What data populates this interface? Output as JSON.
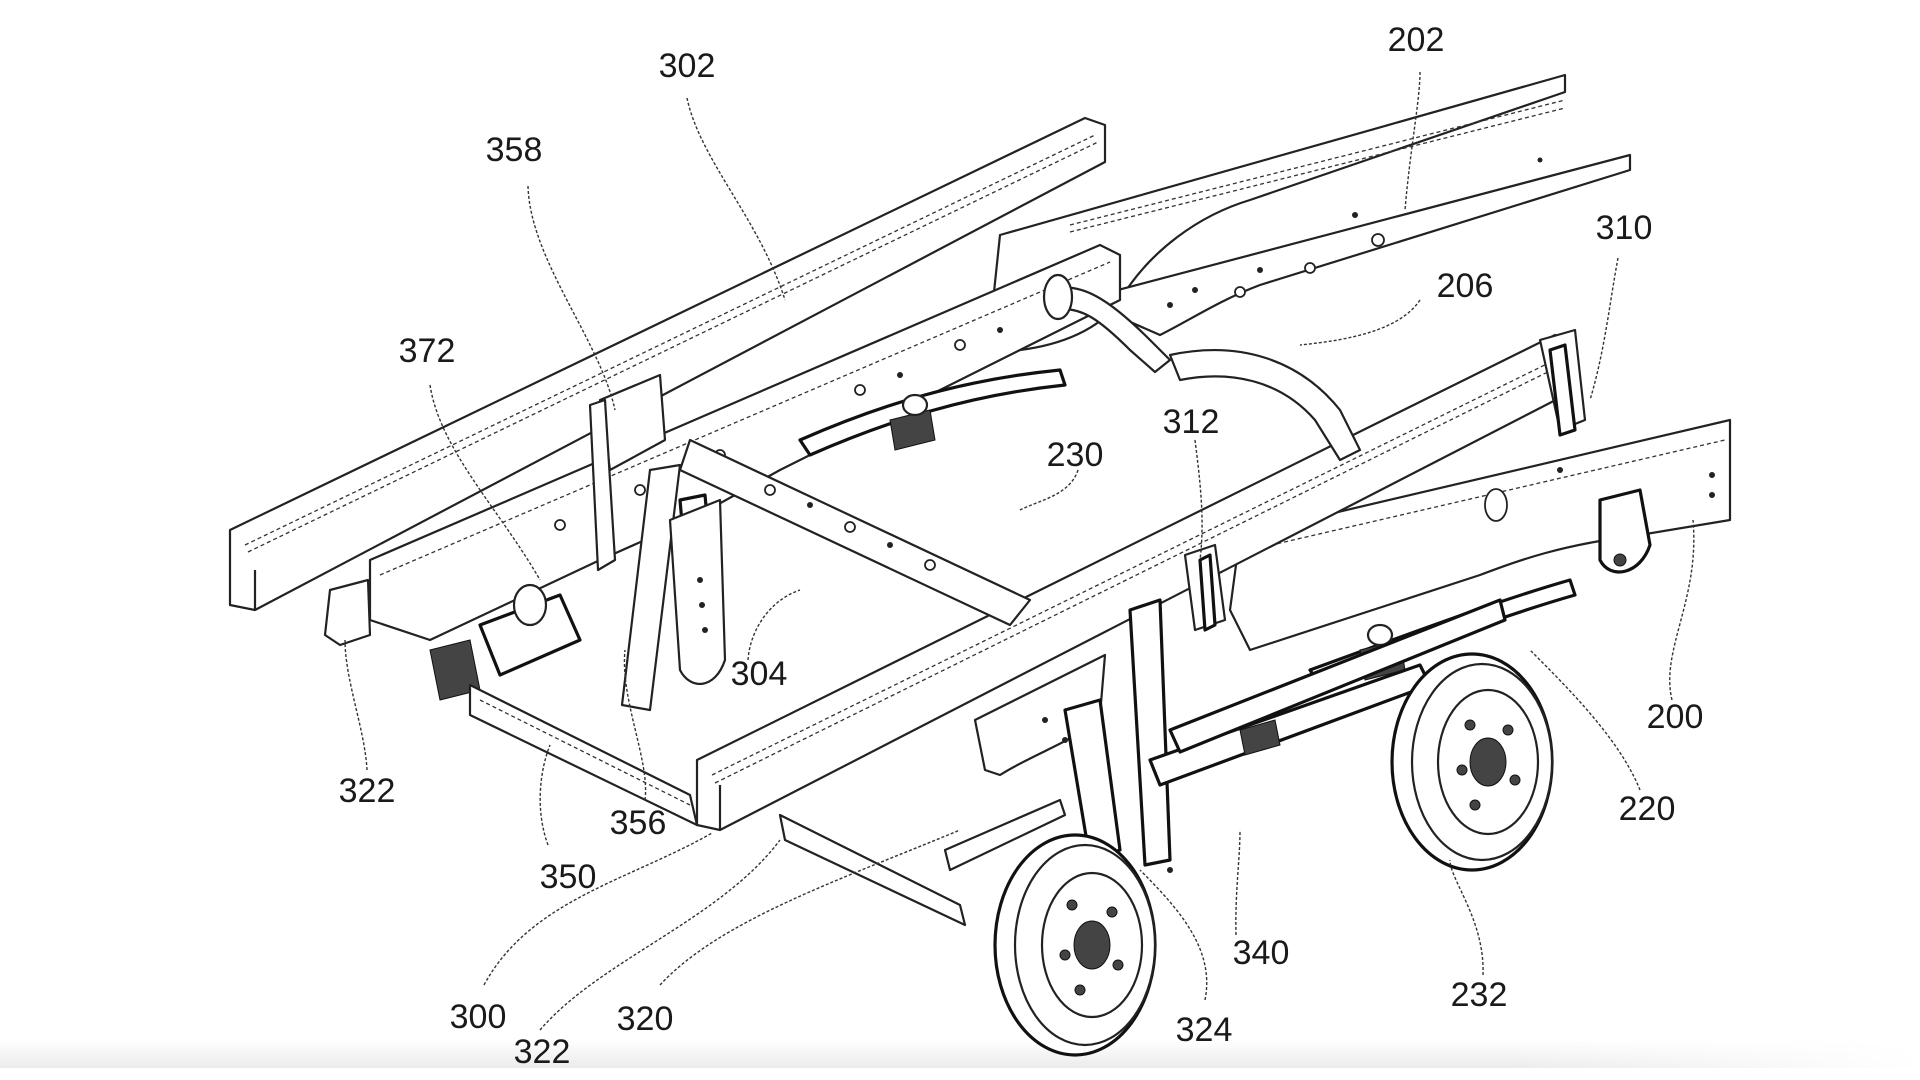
{
  "figure": {
    "type": "patent-line-drawing",
    "subject": "vehicle chassis frame with rear suspension and wheel hubs",
    "line_color": "#1a1a1a",
    "background_color": "#ffffff"
  },
  "labels": [
    {
      "id": "302",
      "text": "302"
    },
    {
      "id": "202",
      "text": "202"
    },
    {
      "id": "358",
      "text": "358"
    },
    {
      "id": "372",
      "text": "372"
    },
    {
      "id": "310",
      "text": "310"
    },
    {
      "id": "206",
      "text": "206"
    },
    {
      "id": "312",
      "text": "312"
    },
    {
      "id": "230",
      "text": "230"
    },
    {
      "id": "304",
      "text": "304"
    },
    {
      "id": "200",
      "text": "200"
    },
    {
      "id": "322a",
      "text": "322"
    },
    {
      "id": "220",
      "text": "220"
    },
    {
      "id": "356",
      "text": "356"
    },
    {
      "id": "350",
      "text": "350"
    },
    {
      "id": "340",
      "text": "340"
    },
    {
      "id": "232",
      "text": "232"
    },
    {
      "id": "300",
      "text": "300"
    },
    {
      "id": "320",
      "text": "320"
    },
    {
      "id": "324",
      "text": "324"
    },
    {
      "id": "322b",
      "text": "322"
    }
  ]
}
